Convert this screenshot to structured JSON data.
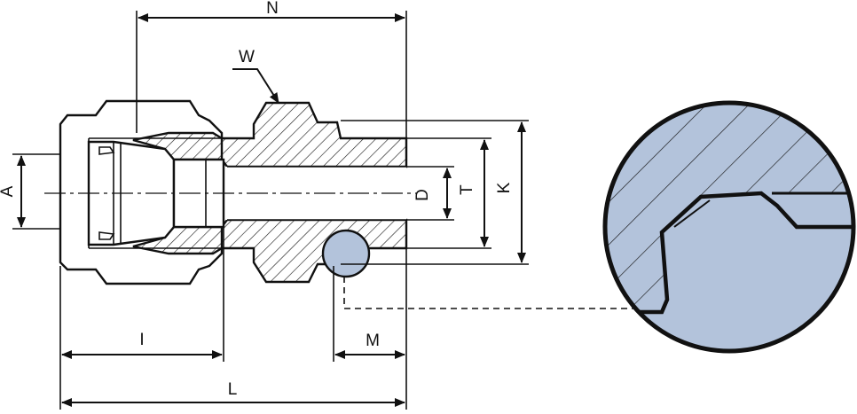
{
  "labels": {
    "N": "N",
    "W": "W",
    "A": "A",
    "D": "D",
    "T": "T",
    "K": "K",
    "I": "I",
    "M": "M",
    "L": "L"
  },
  "colors": {
    "line": "#111111",
    "detail_fill": "#b3c3db",
    "background": "#ffffff"
  }
}
